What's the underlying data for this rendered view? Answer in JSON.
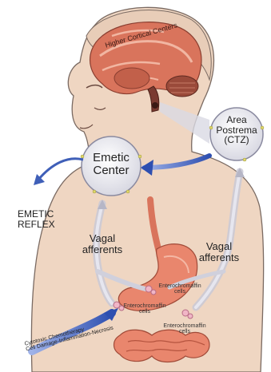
{
  "labels": {
    "higher_cortical": "Higher Cortical Centers",
    "area_postrema": [
      "Area",
      "Postrema",
      "(CTZ)"
    ],
    "emetic_center": [
      "Emetic",
      "Center"
    ],
    "emetic_reflex": [
      "EMETIC",
      "REFLEX"
    ],
    "vagal_left": [
      "Vagal",
      "afferents"
    ],
    "vagal_right": [
      "Vagal",
      "afferents"
    ],
    "entero_1": [
      "Enterochromaffin",
      "cells"
    ],
    "entero_2": [
      "Enterochromaffin",
      "cells"
    ],
    "entero_3": [
      "Enterochromaffin",
      "cells"
    ],
    "stimulus": [
      "Cytotoxic Chemotherapy",
      "Cell Damage-Inflammation-Necrosis"
    ]
  },
  "colors": {
    "skin": "#efd6c2",
    "outline": "#7a6a62",
    "brain": "#d9745c",
    "brain_dark": "#9a4a3a",
    "stomach": "#e9866d",
    "arrow_blue": "#3f5fb8",
    "center_fill": "#ececf2"
  }
}
